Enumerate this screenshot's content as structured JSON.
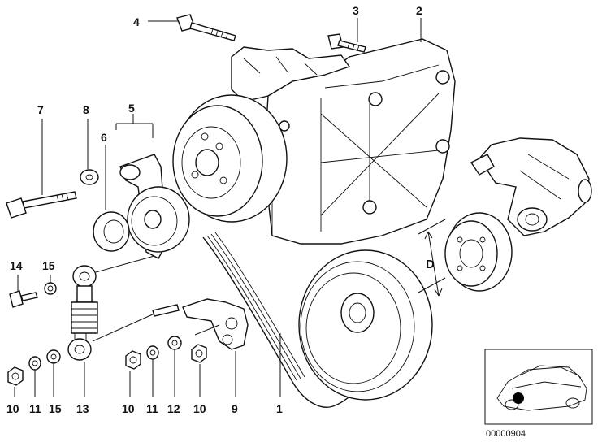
{
  "diagram": {
    "part_labels": [
      {
        "id": "1",
        "text": "1"
      },
      {
        "id": "2",
        "text": "2"
      },
      {
        "id": "3",
        "text": "3"
      },
      {
        "id": "4",
        "text": "4"
      },
      {
        "id": "5",
        "text": "5"
      },
      {
        "id": "6",
        "text": "6"
      },
      {
        "id": "7",
        "text": "7"
      },
      {
        "id": "8",
        "text": "8"
      },
      {
        "id": "9",
        "text": "9"
      },
      {
        "id": "10a",
        "text": "10"
      },
      {
        "id": "10b",
        "text": "10"
      },
      {
        "id": "10c",
        "text": "10"
      },
      {
        "id": "11a",
        "text": "11"
      },
      {
        "id": "11b",
        "text": "11"
      },
      {
        "id": "12",
        "text": "12"
      },
      {
        "id": "13",
        "text": "13"
      },
      {
        "id": "14",
        "text": "14"
      },
      {
        "id": "15a",
        "text": "15"
      },
      {
        "id": "15b",
        "text": "15"
      }
    ],
    "dimension_label": "D",
    "reference_number": "00000904"
  }
}
